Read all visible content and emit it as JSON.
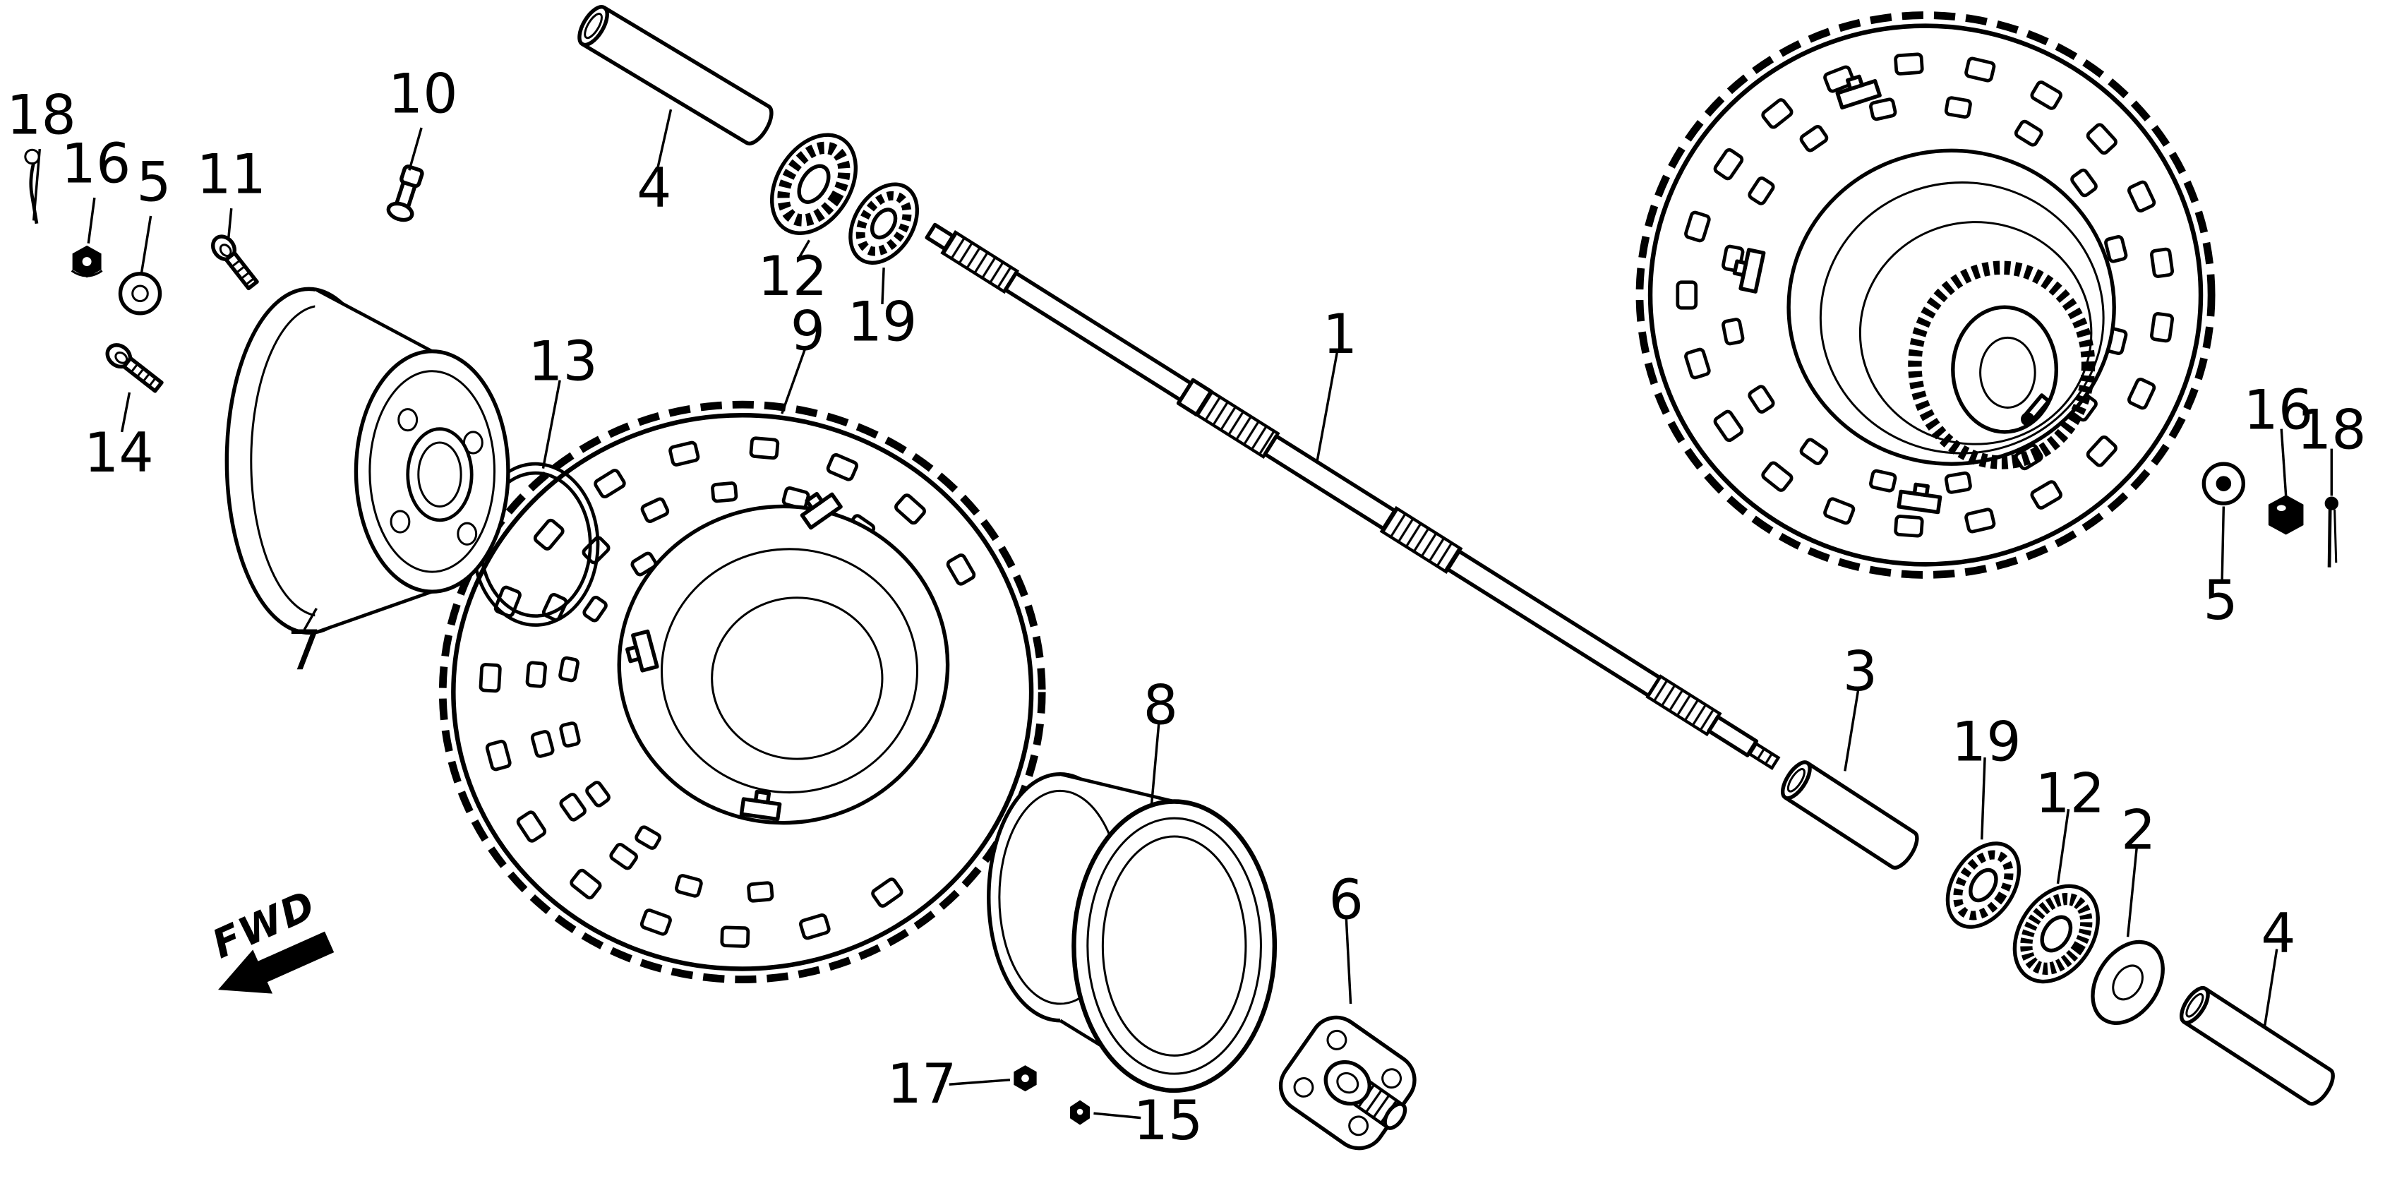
{
  "colors": {
    "ink": "#000000",
    "paper": "#ffffff"
  },
  "fwd_marker": {
    "label": "FWD"
  },
  "callouts": [
    {
      "id": "cotter-pin-left",
      "label": "18",
      "text": [
        27,
        75
      ],
      "leader": [
        26,
        98,
        22,
        145
      ]
    },
    {
      "id": "flange-nut-left",
      "label": "16",
      "text": [
        63,
        107
      ],
      "leader": [
        62,
        130,
        58,
        160
      ]
    },
    {
      "id": "washer-left",
      "label": "5",
      "text": [
        101,
        119
      ],
      "leader": [
        99,
        142,
        93,
        179
      ]
    },
    {
      "id": "bolt-11",
      "label": "11",
      "text": [
        152,
        114
      ],
      "leader": [
        152,
        137,
        150,
        158
      ]
    },
    {
      "id": "valve-stem",
      "label": "10",
      "text": [
        278,
        61
      ],
      "leader": [
        277,
        84,
        269,
        112
      ]
    },
    {
      "id": "spacer-tube-top",
      "label": "4",
      "text": [
        430,
        123
      ],
      "leader": [
        432,
        112,
        441,
        72
      ]
    },
    {
      "id": "bearing-left",
      "label": "12",
      "text": [
        521,
        181
      ],
      "leader": [
        525,
        170,
        532,
        158
      ]
    },
    {
      "id": "tire-left",
      "label": "9",
      "text": [
        531,
        217
      ],
      "leader": [
        529,
        230,
        514,
        272
      ]
    },
    {
      "id": "seal-left",
      "label": "19",
      "text": [
        580,
        211
      ],
      "leader": [
        580,
        200,
        581,
        176
      ]
    },
    {
      "id": "o-ring",
      "label": "13",
      "text": [
        370,
        237
      ],
      "leader": [
        368,
        250,
        357,
        308
      ]
    },
    {
      "id": "bolt-14",
      "label": "14",
      "text": [
        78,
        297
      ],
      "leader": [
        80,
        284,
        85,
        258
      ]
    },
    {
      "id": "wheel-rim-left",
      "label": "7",
      "text": [
        200,
        427
      ],
      "leader": [
        200,
        414,
        208,
        400
      ]
    },
    {
      "id": "axle-shaft",
      "label": "1",
      "text": [
        881,
        219
      ],
      "leader": [
        879,
        232,
        866,
        303
      ]
    },
    {
      "id": "flange-nut-right",
      "label": "16",
      "text": [
        1498,
        269
      ],
      "leader": [
        1500,
        282,
        1503,
        326
      ]
    },
    {
      "id": "cotter-pin-right",
      "label": "18",
      "text": [
        1533,
        282
      ],
      "leader": [
        1533,
        295,
        1533,
        326
      ]
    },
    {
      "id": "washer-right",
      "label": "5",
      "text": [
        1460,
        394
      ],
      "leader": [
        1461,
        381,
        1462,
        333
      ]
    },
    {
      "id": "spacer-collar",
      "label": "3",
      "text": [
        1223,
        441
      ],
      "leader": [
        1222,
        452,
        1213,
        507
      ]
    },
    {
      "id": "seal-right",
      "label": "19",
      "text": [
        1306,
        487
      ],
      "leader": [
        1305,
        498,
        1303,
        552
      ]
    },
    {
      "id": "bearing-right",
      "label": "12",
      "text": [
        1361,
        521
      ],
      "leader": [
        1360,
        532,
        1353,
        581
      ]
    },
    {
      "id": "washer-2",
      "label": "2",
      "text": [
        1406,
        545
      ],
      "leader": [
        1405,
        556,
        1399,
        616
      ]
    },
    {
      "id": "rim-band",
      "label": "8",
      "text": [
        763,
        463
      ],
      "leader": [
        762,
        474,
        757,
        530
      ]
    },
    {
      "id": "hub-flange",
      "label": "6",
      "text": [
        885,
        591
      ],
      "leader": [
        885,
        602,
        888,
        660
      ]
    },
    {
      "id": "spacer-tube-bottom",
      "label": "4",
      "text": [
        1498,
        613
      ],
      "leader": [
        1497,
        624,
        1489,
        675
      ]
    },
    {
      "id": "nut-17",
      "label": "17",
      "text": [
        606,
        712
      ],
      "leader": [
        624,
        713,
        664,
        710
      ]
    },
    {
      "id": "nut-15",
      "label": "15",
      "text": [
        768,
        736
      ],
      "leader": [
        750,
        735,
        719,
        732
      ]
    }
  ]
}
